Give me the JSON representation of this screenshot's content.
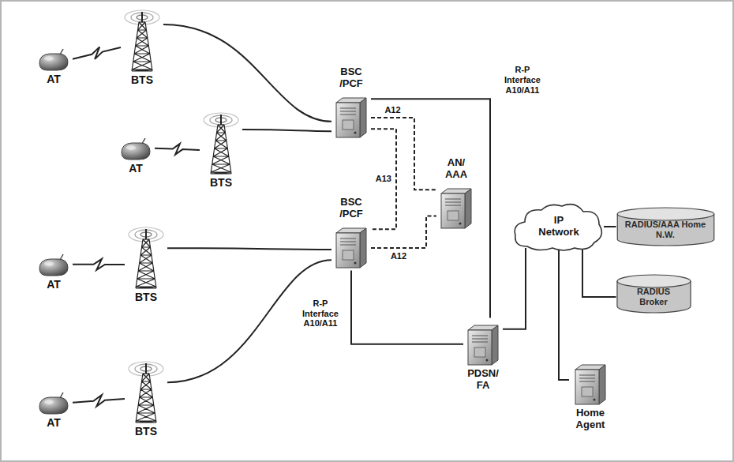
{
  "diagram": {
    "nodes": [
      {
        "text": [
          "AT"
        ]
      },
      {
        "text": [
          "BTS"
        ]
      },
      {
        "text": [
          "AT"
        ]
      },
      {
        "text": [
          "BTS"
        ]
      },
      {
        "text": [
          "AT"
        ]
      },
      {
        "text": [
          "BTS"
        ]
      },
      {
        "text": [
          "AT"
        ]
      },
      {
        "text": [
          "BTS"
        ]
      },
      {
        "text": [
          "BSC /PCF"
        ]
      },
      {
        "text": [
          "AN/ AAA"
        ]
      },
      {
        "text": [
          "BSC /PCF"
        ]
      },
      {
        "text": [
          "PDSN/ FA"
        ]
      },
      {
        "text": [
          "IP Network"
        ]
      },
      {
        "text": [
          "RADIUS/AAA Home N.W."
        ]
      },
      {
        "text": [
          "RADIUS Broker"
        ]
      },
      {
        "text": [
          "Home Agent"
        ]
      }
    ],
    "edges": [
      {
        "from": 0,
        "to": 1,
        "arrow": "none"
      },
      {
        "from": 2,
        "to": 3,
        "arrow": "none"
      },
      {
        "from": 4,
        "to": 5,
        "arrow": "none"
      },
      {
        "from": 6,
        "to": 7,
        "arrow": "none"
      },
      {
        "from": 1,
        "to": 8,
        "arrow": "none"
      },
      {
        "from": 3,
        "to": 8,
        "arrow": "none"
      },
      {
        "from": 5,
        "to": 10,
        "arrow": "none"
      },
      {
        "from": 7,
        "to": 10,
        "arrow": "none"
      },
      {
        "from": 8,
        "to": 11,
        "label": "R-P Interface A10/A11",
        "arrow": "none"
      },
      {
        "from": 10,
        "to": 11,
        "label": "R-P Interface A10/A11",
        "arrow": "none"
      },
      {
        "from": 8,
        "to": 9,
        "label": "A12",
        "arrow": "none"
      },
      {
        "from": 8,
        "to": 10,
        "label": "A13",
        "arrow": "none"
      },
      {
        "from": 10,
        "to": 9,
        "label": "A12",
        "arrow": "none"
      },
      {
        "from": 11,
        "to": 12,
        "arrow": "none"
      },
      {
        "from": 12,
        "to": 13,
        "arrow": "none"
      },
      {
        "from": 12,
        "to": 14,
        "arrow": "none"
      },
      {
        "from": 12,
        "to": 15,
        "arrow": "none"
      }
    ]
  }
}
